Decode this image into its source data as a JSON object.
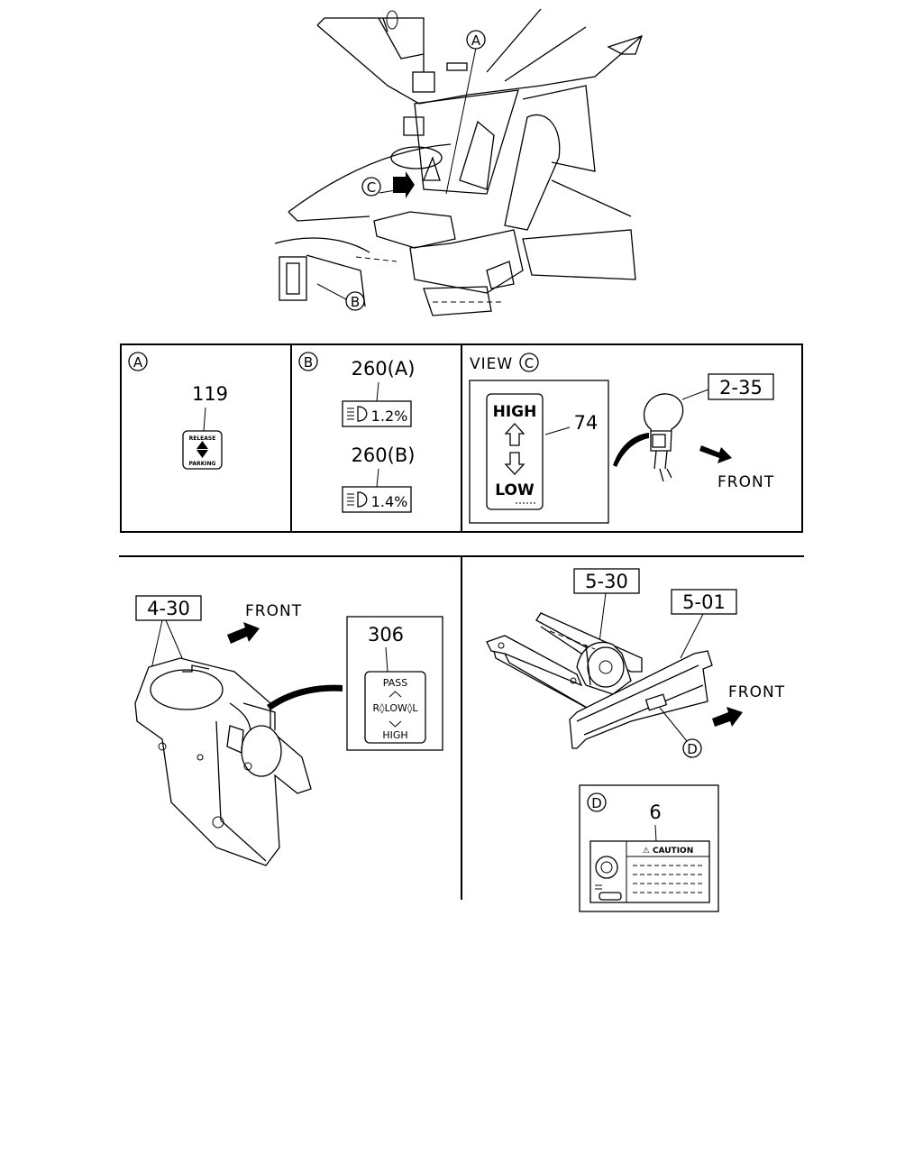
{
  "overview": {
    "callout_a": "A",
    "callout_b": "B",
    "callout_c": "C"
  },
  "panel_a": {
    "letter": "A",
    "part_no": "119",
    "label_top": "RELEASE",
    "label_bottom": "PARKING"
  },
  "panel_b": {
    "letter": "B",
    "label1_no": "260(A)",
    "label1_text": "1.2%",
    "label2_no": "260(B)",
    "label2_text": "1.4%"
  },
  "panel_c": {
    "view_word": "VIEW",
    "letter": "C",
    "plate_high": "HIGH",
    "plate_low": "LOW",
    "plate_no": "74",
    "knob_no": "2-35",
    "front": "FRONT"
  },
  "panel_430": {
    "part_no": "4-30",
    "front": "FRONT",
    "plate_no": "306",
    "pass": "PASS",
    "low": "R◊LOW◊L",
    "high": "HIGH"
  },
  "panel_530": {
    "part1_no": "5-30",
    "part2_no": "5-01",
    "front": "FRONT",
    "callout_d": "D"
  },
  "panel_d": {
    "letter": "D",
    "part_no": "6",
    "caution": "⚠ CAUTION"
  }
}
